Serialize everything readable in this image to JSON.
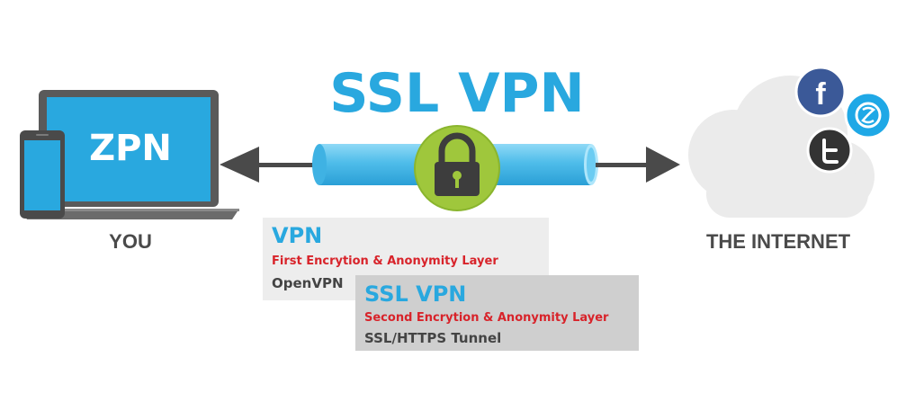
{
  "title": "SSL VPN",
  "device": {
    "screen_label": "ZPN",
    "caption": "YOU"
  },
  "internet": {
    "caption": "THE INTERNET",
    "social_icons": [
      "facebook-icon",
      "skype-icon",
      "twitter-icon"
    ],
    "facebook_glyph": "f"
  },
  "layers": [
    {
      "title": "VPN",
      "description": "First Encrytion & Anonymity Layer",
      "protocol": "OpenVPN"
    },
    {
      "title": "SSL VPN",
      "description": "Second Encrytion & Anonymity Layer",
      "protocol": "SSL/HTTPS Tunnel"
    }
  ],
  "colors": {
    "accent_blue": "#29a8df",
    "tunnel_blue": "#5bc4ee",
    "lock_green": "#9fc73c",
    "layer_red": "#d8232a",
    "text_gray": "#4a4a4a",
    "facebook_blue": "#3b5998",
    "skype_blue": "#1fa8e6",
    "twitter_dark": "#333333",
    "box_gray_light": "#ededed",
    "box_gray_dark": "#cfcfcf"
  }
}
